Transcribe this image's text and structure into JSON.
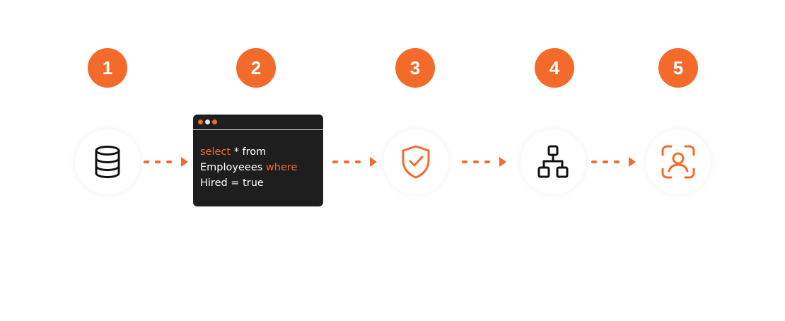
{
  "colors": {
    "accent": "#f26b2b",
    "dark": "#1e1e1e",
    "icon_dark": "#111111",
    "window_dot_light": "#e6e6e6"
  },
  "steps": [
    {
      "number": "1",
      "icon": "database-icon"
    },
    {
      "number": "2",
      "icon": "code-window"
    },
    {
      "number": "3",
      "icon": "shield-check-icon"
    },
    {
      "number": "4",
      "icon": "hierarchy-icon"
    },
    {
      "number": "5",
      "icon": "face-scan-icon"
    }
  ],
  "code": {
    "line1_kw": "select",
    "line1_rest": " * from",
    "line2_rest": "Employeees ",
    "line2_kw": "where",
    "line3": "Hired = true"
  }
}
